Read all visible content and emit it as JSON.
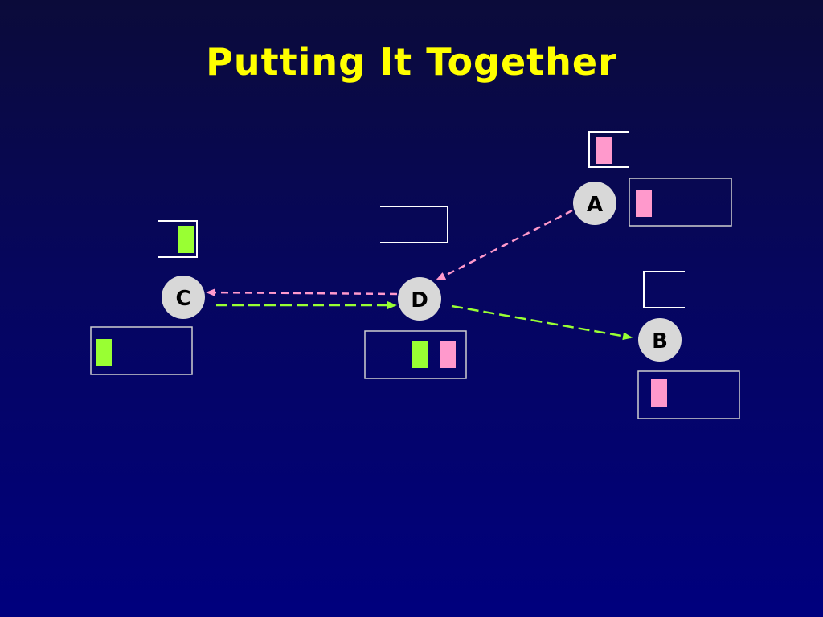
{
  "slide": {
    "title": "Putting It Together"
  },
  "colors": {
    "background_top": "#0b0b3a",
    "background_bottom": "#00007e",
    "title": "#ffff00",
    "node_fill": "#d8d8d8",
    "outline": "#ffffff",
    "green_block": "#99ff33",
    "pink_block": "#ff99cc"
  },
  "nodes": [
    {
      "id": "A",
      "label": "A"
    },
    {
      "id": "B",
      "label": "B"
    },
    {
      "id": "C",
      "label": "C"
    },
    {
      "id": "D",
      "label": "D"
    }
  ],
  "edges": [
    {
      "from": "A",
      "to": "D",
      "color": "pink",
      "style": "dashed"
    },
    {
      "from": "D",
      "to": "C",
      "color": "pink",
      "style": "dashed"
    },
    {
      "from": "C",
      "to": "D",
      "color": "green",
      "style": "dashed"
    },
    {
      "from": "D",
      "to": "B",
      "color": "green",
      "style": "dashed"
    }
  ]
}
